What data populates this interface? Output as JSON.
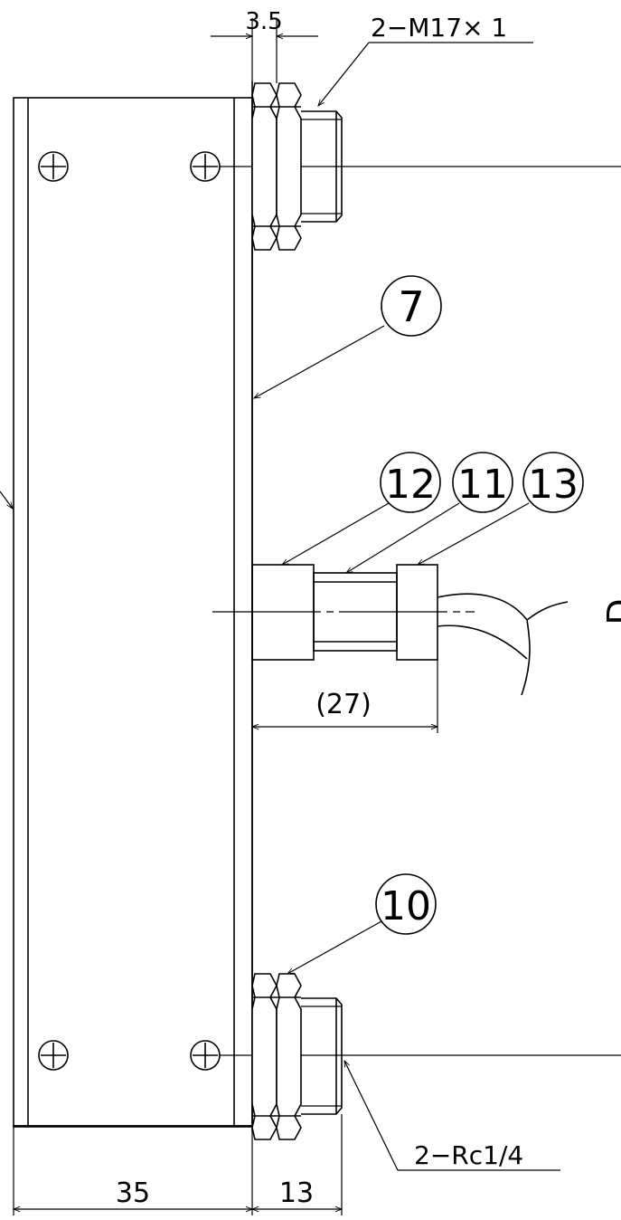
{
  "drawing": {
    "labels": {
      "thread_top": "2−M17× 1",
      "thread_bottom": "2−Rc1/4",
      "dim_plate": "3.5",
      "dim_fitting": "(27)",
      "dim_width": "35",
      "dim_depth": "13"
    },
    "balloons": {
      "b7": "7",
      "b12": "12",
      "b11": "11",
      "b13": "13",
      "b10": "10"
    },
    "edge_glyph": "D"
  }
}
